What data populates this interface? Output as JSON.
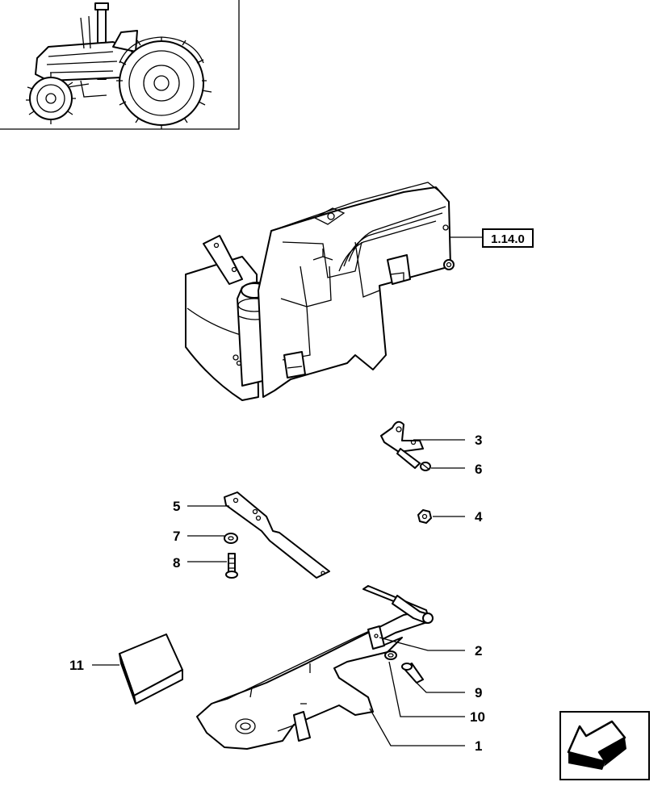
{
  "reference_box": {
    "text": "1.14.0"
  },
  "callouts": [
    {
      "id": "3",
      "text": "3"
    },
    {
      "id": "6",
      "text": "6"
    },
    {
      "id": "4",
      "text": "4"
    },
    {
      "id": "5",
      "text": "5"
    },
    {
      "id": "7",
      "text": "7"
    },
    {
      "id": "8",
      "text": "8"
    },
    {
      "id": "2",
      "text": "2"
    },
    {
      "id": "11",
      "text": "11"
    },
    {
      "id": "9",
      "text": "9"
    },
    {
      "id": "10",
      "text": "10"
    },
    {
      "id": "1",
      "text": "1"
    }
  ],
  "icons": {
    "thumbnail": "tractor-icon",
    "navigation": "back-arrow-icon"
  }
}
